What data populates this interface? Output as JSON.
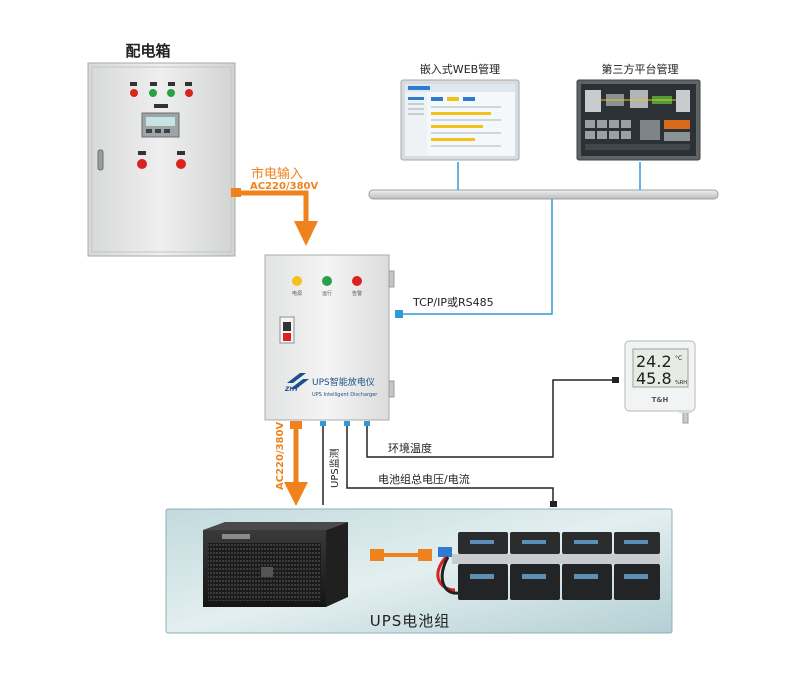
{
  "cabinet": {
    "title": "配电箱"
  },
  "mains": {
    "label": "市电输入",
    "voltage": "AC220/380V"
  },
  "web": {
    "title": "嵌入式WEB管理"
  },
  "thirdparty": {
    "title": "第三方平台管理"
  },
  "network": {
    "protocol": "TCP/IP或RS485"
  },
  "discharger": {
    "name_cn": "UPS智能放电仪",
    "name_en": "UPS Intelligent Discharger",
    "logo": "ZHT",
    "lamps": [
      "电源",
      "运行",
      "告警"
    ]
  },
  "sensor": {
    "temp": "24.2",
    "temp_unit": "°C",
    "humidity": "45.8",
    "humidity_unit": "%RH",
    "brand": "T&H"
  },
  "links": {
    "env_temp": "环境温度",
    "battery_volt_current": "电池组总电压/电流",
    "ups_monitor": "UPS监测",
    "ups_voltage": "AC220/380V"
  },
  "ups_group": {
    "title": "UPS电池组"
  },
  "colors": {
    "orange": "#f0821e",
    "blue": "#2f9bd6",
    "panel": "#e9ebea",
    "green": "#2aa04a",
    "red": "#d8231f",
    "yellow": "#f1c21b"
  }
}
